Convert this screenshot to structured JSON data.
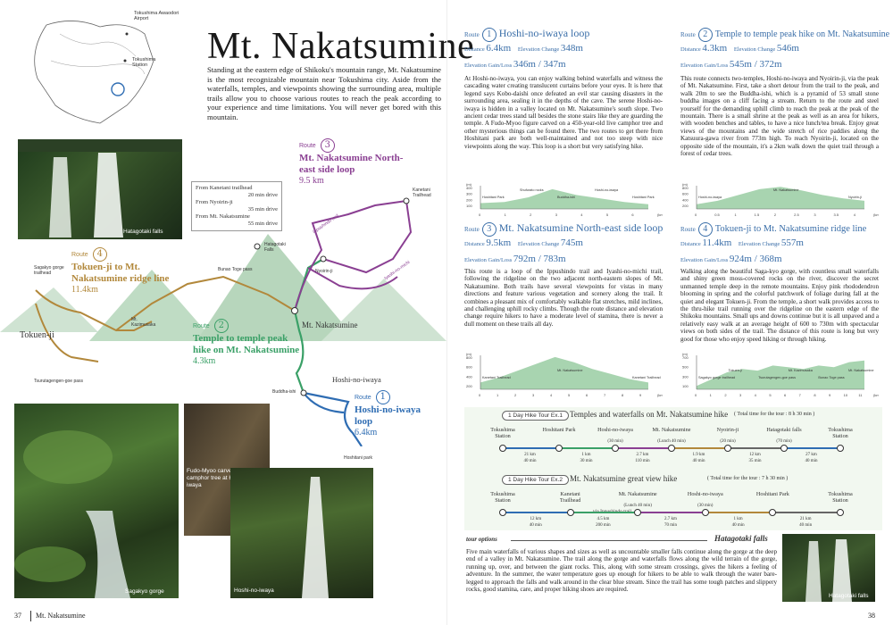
{
  "page": {
    "title": "Mt. Nakatsumine",
    "intro": "Standing at the eastern edge of Shikoku's mountain range, Mt. Nakatsumine is the most recognizable mountain near Tokushima city. Aside from the waterfalls, temples, and viewpoints showing the surrounding area, multiple trails allow you to choose various routes to reach the peak according to your experience and time limitations. You will never get bored with this mountain.",
    "page_left": "37",
    "page_right": "38",
    "footer_title": "Mt. Nakatsumine"
  },
  "inset_map": {
    "labels": [
      "Tokushima Awaodori Airport",
      "Tokushima Station"
    ]
  },
  "access": {
    "lines": [
      "From Kanetani trailhead",
      "20 min drive",
      "From Nyoirin-ji",
      "35 min drive",
      "From Mt. Nakatsumine",
      "55 min drive"
    ]
  },
  "map_labels": {
    "kanetani": "Kanetani Trailhead",
    "hatagotaki_falls": "Hatagotaki Falls",
    "nyoirin": "Nyoirin-ji",
    "bunao": "Bunao Toge pass",
    "sagakyo": "Sagakyo gorge trailhead",
    "kazimusaka": "Mt. Kazimusaka",
    "tokuen": "Tokuen-ji",
    "tsurutage": "Tsurutagengen-goe pass",
    "nakatsumine": "Mt. Nakatsumine",
    "hoshi": "Hoshi-no-iwaya",
    "buddha": "Buddha-ishi",
    "hoshitani": "Hoshitani park",
    "ippushindo": "Ippushindo trail",
    "iyashi": "Iyashi-no-michi"
  },
  "map_routes": [
    {
      "label": "Route",
      "num": "1",
      "name": "Hoshi-no-iwaya loop",
      "dist": "6.4km"
    },
    {
      "label": "Route",
      "num": "2",
      "name": "Temple to temple peak hike on Mt. Nakatsumine",
      "dist": "4.3km"
    },
    {
      "label": "Route",
      "num": "3",
      "name": "Mt. Nakatsumine North-east side loop",
      "dist": "9.5 km"
    },
    {
      "label": "Route",
      "num": "4",
      "name": "Tokuen-ji to Mt. Nakatsumine ridge line",
      "dist": "11.4km"
    }
  ],
  "photos": {
    "hatagotaki": "Hatagotaki falls",
    "fudo": "Fudo-Myoo carved on a Iron camphor tree at Hoshi-no-iwaya",
    "sagakyo": "Sagakyo gorge",
    "hoshi": "Hoshi-no-iwaya",
    "hatagotaki2": "Hatagotaki falls"
  },
  "routes": [
    {
      "label": "Route",
      "num": "1",
      "name": "Hoshi-no-iwaya loop",
      "distance_label": "Distance",
      "distance": "6.4km",
      "elev_label": "Elevation Change",
      "elev": "348m",
      "gain_label": "Elevation Gain/Loss",
      "gain": "346m / 347m",
      "text": "At Hoshi-no-iwaya, you can enjoy walking behind waterfalls and witness the cascading water creating translucent curtains before your eyes. It is here that legend says Kobo-daishi once defeated an evil star causing disasters in the surrounding area, sealing it in the depths of the cave. The serene Hoshi-no-iwaya is hidden in a valley located on Mt. Nakatsumine's south slope. Two ancient cedar trees stand tall besides the stone stairs like they are guarding the temple. A Fudo-Myoo figure carved on a 450-year-old live camphor tree and other mysterious things can be found there. The two routes to get there from Hoshitani park are both well-maintained and not too steep with nice viewpoints along the way. This loop is a short but very satisfying hike.",
      "profile": {
        "ylabels": [
          "400",
          "300",
          "200",
          "100"
        ],
        "xlabels": [
          "0",
          "1",
          "2",
          "3",
          "4",
          "5",
          "6",
          "(km)"
        ],
        "points": [
          "Hoshitani Park",
          "Shufurato rocks",
          "Buddha-ishi",
          "Hoshi-no-iwaya",
          "Hoshitani Park"
        ],
        "unit": "(m)"
      }
    },
    {
      "label": "Route",
      "num": "2",
      "name": "Temple to temple peak hike on Mt. Nakatsumine",
      "distance_label": "Distance",
      "distance": "4.3km",
      "elev_label": "Elevation Change",
      "elev": "546m",
      "gain_label": "Elevation Gain/Loss",
      "gain": "545m / 372m",
      "text": "This route connects two-temples, Hoshi-no-iwaya and Nyoirin-ji, via the peak of Mt. Nakatsumine. First, take a short detour from the trail to the peak, and walk 20m to see the Buddha-ishi, which is a pyramid of 53 small stone buddha images on a cliff facing a stream. Return to the route and steel yourself for the demanding uphill climb to reach the peak at the peak of the mountain. There is a small shrine at the peak as well as an area for hikers, with wooden benches and tables, to have a nice lunch/tea break. Enjoy great views of the mountains and the wide stretch of rice paddies along the Katsuura-gawa river from 773m high. To reach Nyoirin-ji, located on the opposite side of the mountain, it's a 2km walk down the quiet trail through a forest of cedar trees.",
      "profile": {
        "ylabels": [
          "800",
          "600",
          "400",
          "200"
        ],
        "xlabels": [
          "0",
          "0.5",
          "1",
          "1.5",
          "2",
          "2.5",
          "3",
          "3.5",
          "4",
          "(km)"
        ],
        "points": [
          "Hoshi-no-iwaya",
          "Mt. Nakatsumine",
          "Nyoirin-ji"
        ],
        "unit": "(m)"
      }
    },
    {
      "label": "Route",
      "num": "3",
      "name": "Mt. Nakatsumine North-east side loop",
      "distance_label": "Distance",
      "distance": "9.5km",
      "elev_label": "Elevation Change",
      "elev": "745m",
      "gain_label": "Elevation Gain/Loss",
      "gain": "792m / 783m",
      "text": "This route is a loop of the Ippushindo trail and Iyashi-no-michi trail, following the ridgeline on the two adjacent north-eastern slopes of Mt. Nakatsumine. Both trails have several viewpoints for vistas in many directions and feature various vegetation and scenery along the trail. It combines a pleasant mix of comfortably walkable flat stretches, mild inclines, and challenging uphill rocky climbs. Though the route distance and elevation change require hikers to have a moderate level of stamina, there is never a dull moment on these trails all day.",
      "profile": {
        "ylabels": [
          "800",
          "600",
          "400",
          "200"
        ],
        "xlabels": [
          "0",
          "1",
          "2",
          "3",
          "4",
          "5",
          "6",
          "7",
          "8",
          "9",
          "(km)"
        ],
        "points": [
          "Kanetani Trailhead",
          "Mt. Nakatsumine",
          "Kanetani Trailhead"
        ],
        "unit": "(m)"
      }
    },
    {
      "label": "Route",
      "num": "4",
      "name": "Tokuen-ji to Mt. Nakatsumine ridge line",
      "distance_label": "Distance",
      "distance": "11.4km",
      "elev_label": "Elevation Change",
      "elev": "557m",
      "gain_label": "Elevation Gain/Loss",
      "gain": "924m / 368m",
      "text": "Walking along the beautiful Saga-kyo gorge, with countless small waterfalls and shiny green moss-covered rocks on the river, discover the secret unmanned temple deep in the remote mountains. Enjoy pink rhododendron blooming in spring and the colorful patchwork of foliage during fall at the quiet and elegant Tokuen-ji. From the temple, a short walk provides access to the thru-hike trail running over the ridgeline on the eastern edge of the Shikoku mountains. Small ups and downs continue but it is all unpaved and a relatively easy walk at an average height of 600 to 730m with spectacular views on both sides of the trail. The distance of this route is long but very good for those who enjoy speed hiking or through hiking.",
      "profile": {
        "ylabels": [
          "700",
          "500",
          "300",
          "100"
        ],
        "xlabels": [
          "0",
          "1",
          "2",
          "3",
          "4",
          "5",
          "6",
          "7",
          "8",
          "9",
          "10",
          "11",
          "(km)"
        ],
        "points": [
          "Sagakyo gorge trailhead",
          "Tokuen-ji",
          "Tsurutagengen-goe pass",
          "Mt. Kazimusaka",
          "Bunao Toge pass",
          "Mt. Nakatsumine"
        ],
        "unit": "(m)"
      }
    }
  ],
  "tours": [
    {
      "badge": "1 Day Hike  Tour Ex.1",
      "title": "Temples and waterfalls on Mt. Nakatsumine hike",
      "time": "( Total time for the tour : 8 h 30 min )",
      "stops": [
        {
          "name": "Tokushima Station",
          "sub": ""
        },
        {
          "name": "Hoshitani Park",
          "sub": ""
        },
        {
          "name": "Hoshi-no-iwaya",
          "sub": "(30 min)"
        },
        {
          "name": "Mt. Nakatsumine",
          "sub": "(Lunch 40 min)"
        },
        {
          "name": "Nyoirin-ji",
          "sub": "(20 min)"
        },
        {
          "name": "Hatagotaki falls",
          "sub": "(70 min)"
        },
        {
          "name": "Tokushima Station",
          "sub": ""
        }
      ],
      "legs": [
        {
          "d": "21 km",
          "t": "40 min"
        },
        {
          "d": "1 km",
          "t": "30 min"
        },
        {
          "d": "2.7 km",
          "t": "110 min"
        },
        {
          "d": "1.9 km",
          "t": "40 min"
        },
        {
          "d": "12 km",
          "t": "35 min"
        },
        {
          "d": "27 km",
          "t": "40 min"
        }
      ]
    },
    {
      "badge": "1 Day Hike  Tour Ex.2",
      "title": "Mt. Nakatsumine great view hike",
      "time": "( Total time for the tour : 7 h 30 min )",
      "stops": [
        {
          "name": "Tokushima Station",
          "sub": ""
        },
        {
          "name": "Kanetani Trailhead",
          "sub": ""
        },
        {
          "name": "Mt. Nakatsumine",
          "sub": "(Lunch 40 min)"
        },
        {
          "name": "Hoshi-no-iwaya",
          "sub": "(30 min)"
        },
        {
          "name": "Hoshitani Park",
          "sub": ""
        },
        {
          "name": "Tokushima Station",
          "sub": ""
        }
      ],
      "via": "via Ippushindo trail",
      "legs": [
        {
          "d": "12 km",
          "t": "40 min"
        },
        {
          "d": "4.5 km",
          "t": "200 min"
        },
        {
          "d": "2.7 km",
          "t": "70 min"
        },
        {
          "d": "1 km",
          "t": "40 min"
        },
        {
          "d": "21 km",
          "t": "40 min"
        }
      ]
    }
  ],
  "options": {
    "label": "tour options",
    "heading": "Hatagotaki falls",
    "text": "Five main waterfalls of various shapes and sizes as well as uncountable smaller falls continue along the gorge at the deep end of a valley in Mt. Nakatsumine. The trail along the gorge and waterfalls flows along the wild terrain of the gorge, running up, over, and between the giant rocks. This, along with some stream crossings, gives the hikers a feeling of adventure. In the summer, the water temperature goes up enough for hikers to be able to walk through the water bare-legged to approach the falls and walk around in the clear blue stream. Since the trail has some tough patches and slippery rocks, good stamina, care, and proper hiking shoes are required."
  },
  "colors": {
    "route1": "#2f6db3",
    "route2": "#3aa067",
    "route3": "#8a3f92",
    "route4": "#b2883b",
    "accent_blue": "#3a6ea8"
  }
}
